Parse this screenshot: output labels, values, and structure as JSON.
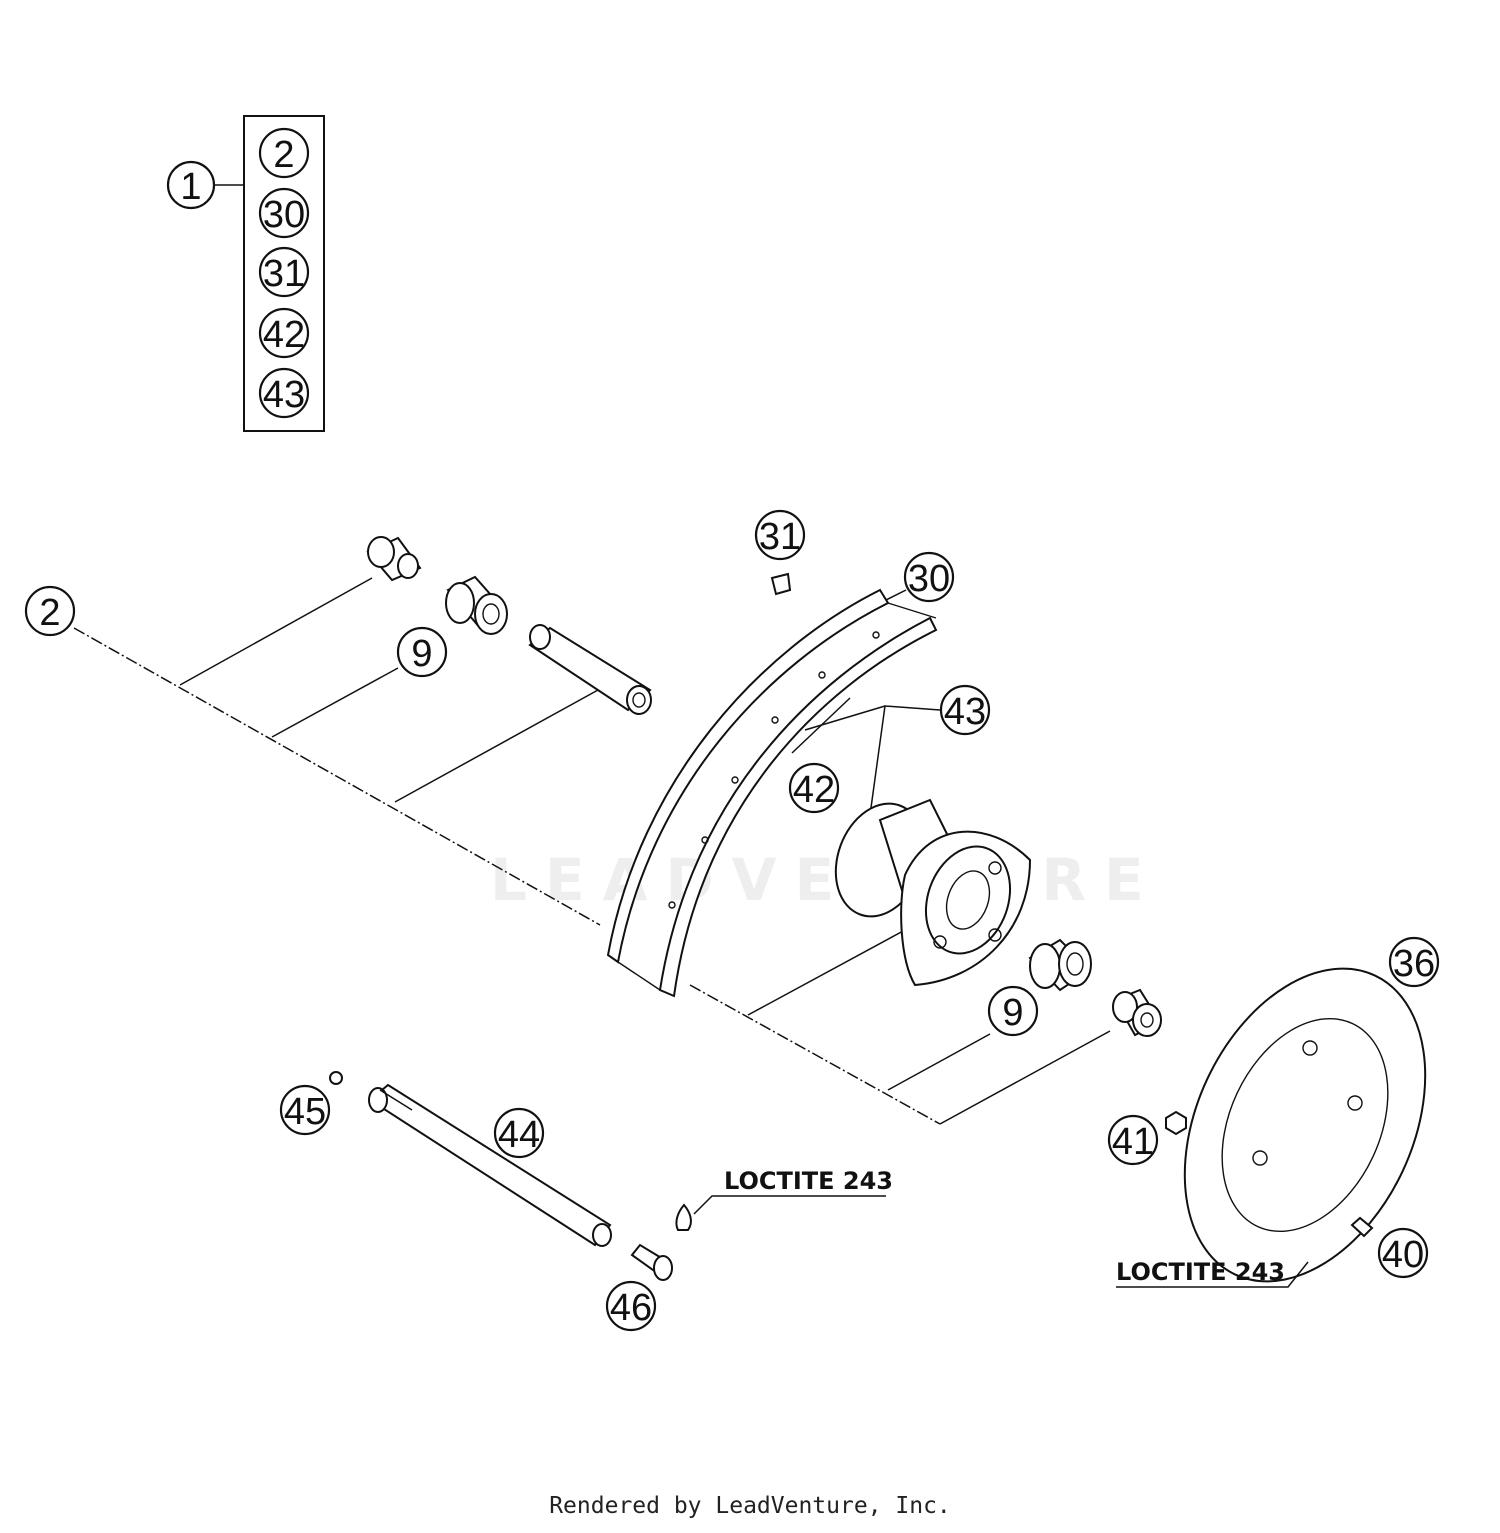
{
  "kit": {
    "label": "1",
    "members": [
      "2",
      "30",
      "31",
      "42",
      "43"
    ]
  },
  "callouts": {
    "c2": "2",
    "c9a": "9",
    "c9b": "9",
    "c30": "30",
    "c31": "31",
    "c36": "36",
    "c40": "40",
    "c41": "41",
    "c42": "42",
    "c43": "43",
    "c44": "44",
    "c45": "45",
    "c46": "46"
  },
  "notes": {
    "loctite_axle": "LOCTITE 243",
    "loctite_disc": "LOCTITE 243"
  },
  "watermark": "LEADVENTURE",
  "footer": "Rendered by LeadVenture, Inc."
}
